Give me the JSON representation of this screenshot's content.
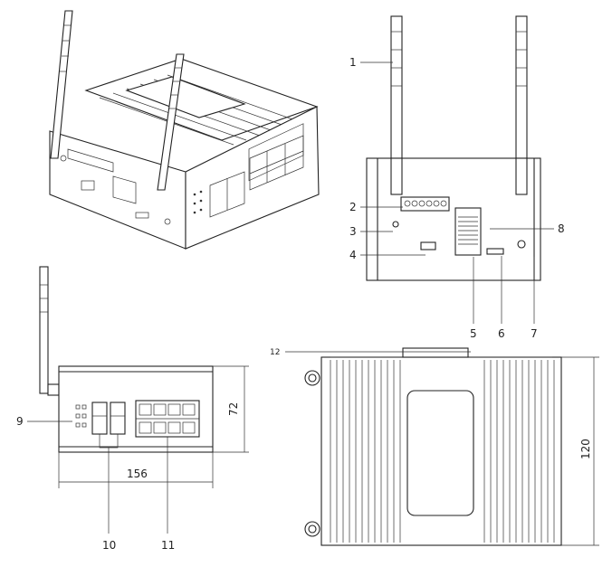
{
  "callouts": {
    "c1": "1",
    "c2": "2",
    "c3": "3",
    "c4": "4",
    "c5": "5",
    "c6": "6",
    "c7": "7",
    "c8": "8",
    "c9": "9",
    "c10": "10",
    "c11": "11",
    "c12": "12"
  },
  "dimensions": {
    "width_front": "156",
    "height_front": "72",
    "depth_top": "120"
  }
}
